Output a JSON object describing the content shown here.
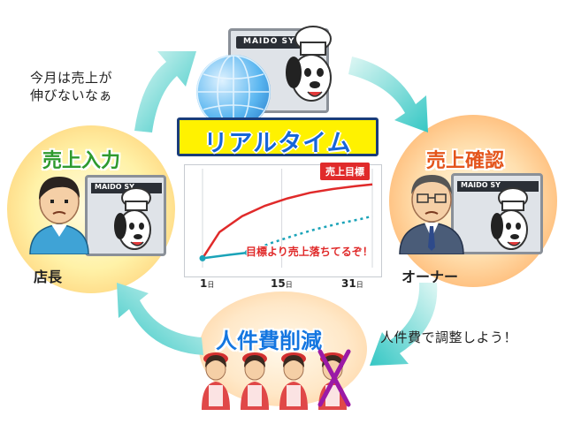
{
  "banner": {
    "title": "リアルタイム"
  },
  "left_node": {
    "title": "売上入力",
    "role": "店長",
    "speech": [
      "今月は売上が",
      "伸びないなぁ"
    ]
  },
  "right_node": {
    "title": "売上確認",
    "role": "オーナー"
  },
  "bottom_node": {
    "title": "人件費削減",
    "speech": "人件費で調整しよう！"
  },
  "monitor_brand": "MAIDO SY",
  "chart_data": {
    "type": "line",
    "title": "",
    "xlabel": "",
    "ylabel": "",
    "x_ticks": [
      {
        "value": "1",
        "unit": "日"
      },
      {
        "value": "15",
        "unit": "日"
      },
      {
        "value": "31",
        "unit": "日"
      }
    ],
    "xlim": [
      1,
      31
    ],
    "series": [
      {
        "name": "売上目標",
        "style": "solid",
        "color": "#e02a2a",
        "x": [
          1,
          4,
          8,
          12,
          16,
          20,
          24,
          28,
          31
        ],
        "y": [
          10,
          38,
          55,
          66,
          74,
          80,
          84,
          87,
          89
        ]
      },
      {
        "style": "solid-then-dotted",
        "color": "#1aa3b8",
        "x": [
          1,
          6,
          9,
          13,
          17,
          21,
          25,
          29,
          31
        ],
        "y": [
          10,
          14,
          16,
          26,
          34,
          41,
          47,
          52,
          55
        ]
      }
    ],
    "annotation": "目標より売上落ちてるぞ！",
    "colors": {
      "target": "#e02a2a",
      "actual": "#1aa3b8"
    }
  }
}
